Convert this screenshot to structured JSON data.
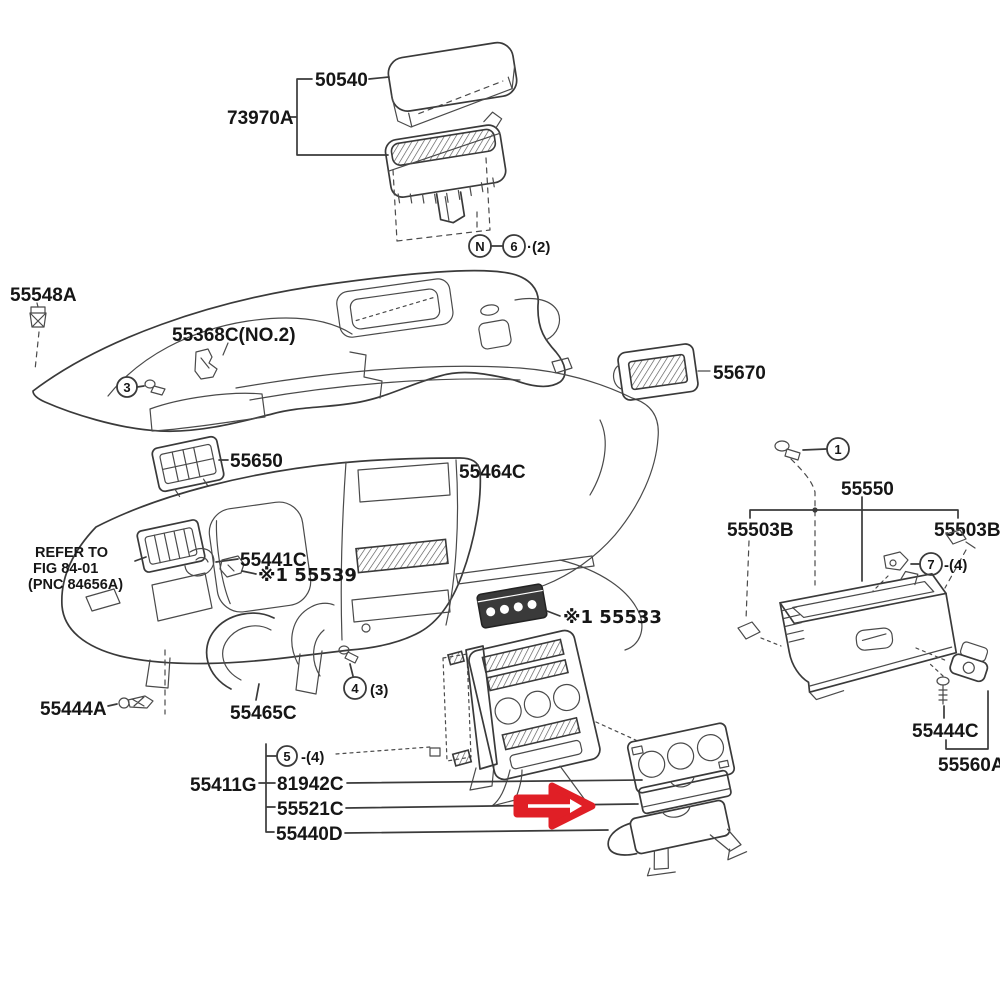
{
  "diagram": {
    "background": "#ffffff",
    "line_color": "#3a3a3a",
    "text_color": "#161616",
    "arrow_color": "#e01f26",
    "parts": {
      "p50540": "50540",
      "p73970a": "73970A",
      "p55548a": "55548A",
      "p55368c": "55368C(NO.2)",
      "p55670": "55670",
      "p55650": "55650",
      "p55464c": "55464C",
      "p55441c": "55441C",
      "p55539": "※1 55539",
      "p55533": "※1 55533",
      "p55503b_left": "55503B",
      "p55550": "55550",
      "p55503b_right": "55503B",
      "p55444a": "55444A",
      "p55465c": "55465C",
      "p55411g": "55411G",
      "p81942c": "81942C",
      "p55521c": "55521C",
      "p55440d": "55440D",
      "p55444c": "55444C",
      "p55560a": "55560A"
    },
    "note": {
      "line1": "REFER TO",
      "line2": "FIG 84-01",
      "line3": "(PNC 84656A)"
    },
    "callouts": {
      "n": "N",
      "six": "6",
      "three": "3",
      "one": "1",
      "four": "4",
      "five": "5",
      "seven": "7"
    },
    "quantities": {
      "six": "·(2)",
      "four": "(3)",
      "five": "-(4)",
      "seven": "-(4)"
    }
  }
}
